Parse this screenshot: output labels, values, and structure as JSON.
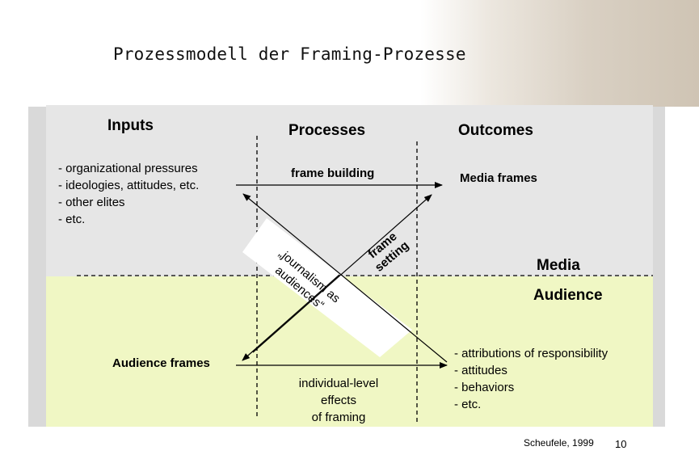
{
  "title": "Prozessmodell der Framing-Prozesse",
  "headers": {
    "inputs": "Inputs",
    "processes": "Processes",
    "outcomes": "Outcomes"
  },
  "inputs_list": [
    "- organizational pressures",
    "- ideologies, attitudes, etc.",
    "- other elites",
    "- etc."
  ],
  "labels": {
    "frame_building": "frame building",
    "media_frames": "Media frames",
    "frame_setting_line1": "frame",
    "frame_setting_line2": "setting",
    "media": "Media",
    "audience": "Audience",
    "journalism_line1": "„journalism as",
    "journalism_line2": "audiences“",
    "audience_frames": "Audience frames",
    "effects_line1": "individual-level",
    "effects_line2": "effects",
    "effects_line3": "of framing"
  },
  "outcomes_list": [
    "- attributions of responsibility",
    "- attitudes",
    "- behaviors",
    "- etc."
  ],
  "footer": {
    "citation": "Scheufele, 1999",
    "page": "10"
  }
}
